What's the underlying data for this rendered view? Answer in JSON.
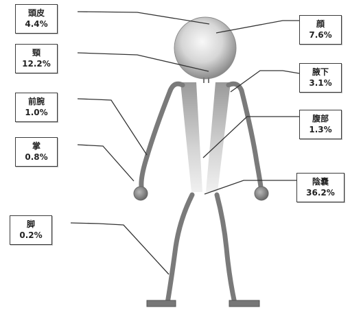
{
  "colors": {
    "limb": "#7a7a7a",
    "leader": "#333333",
    "box_border": "#3a3a3a",
    "head_fill_light": "#f4f4f4",
    "head_fill_dark": "#8e8e8e"
  },
  "icons": {
    "head": "head-icon",
    "hand": "hand-icon",
    "foot": "foot-icon"
  },
  "labels": [
    {
      "id": "tohi",
      "name": "頭皮",
      "value": "4.4%"
    },
    {
      "id": "kao",
      "name": "顔",
      "value": "7.6%"
    },
    {
      "id": "kubi",
      "name": "頸",
      "value": "12.2%"
    },
    {
      "id": "wakishita",
      "name": "腋下",
      "value": "3.1%"
    },
    {
      "id": "zenwan",
      "name": "前腕",
      "value": "1.0%"
    },
    {
      "id": "fukubu",
      "name": "腹部",
      "value": "1.3%"
    },
    {
      "id": "te",
      "name": "掌",
      "value": "0.8%"
    },
    {
      "id": "innou",
      "name": "陰嚢",
      "value": "36.2%"
    },
    {
      "id": "ashi",
      "name": "脚",
      "value": "0.2%"
    }
  ]
}
